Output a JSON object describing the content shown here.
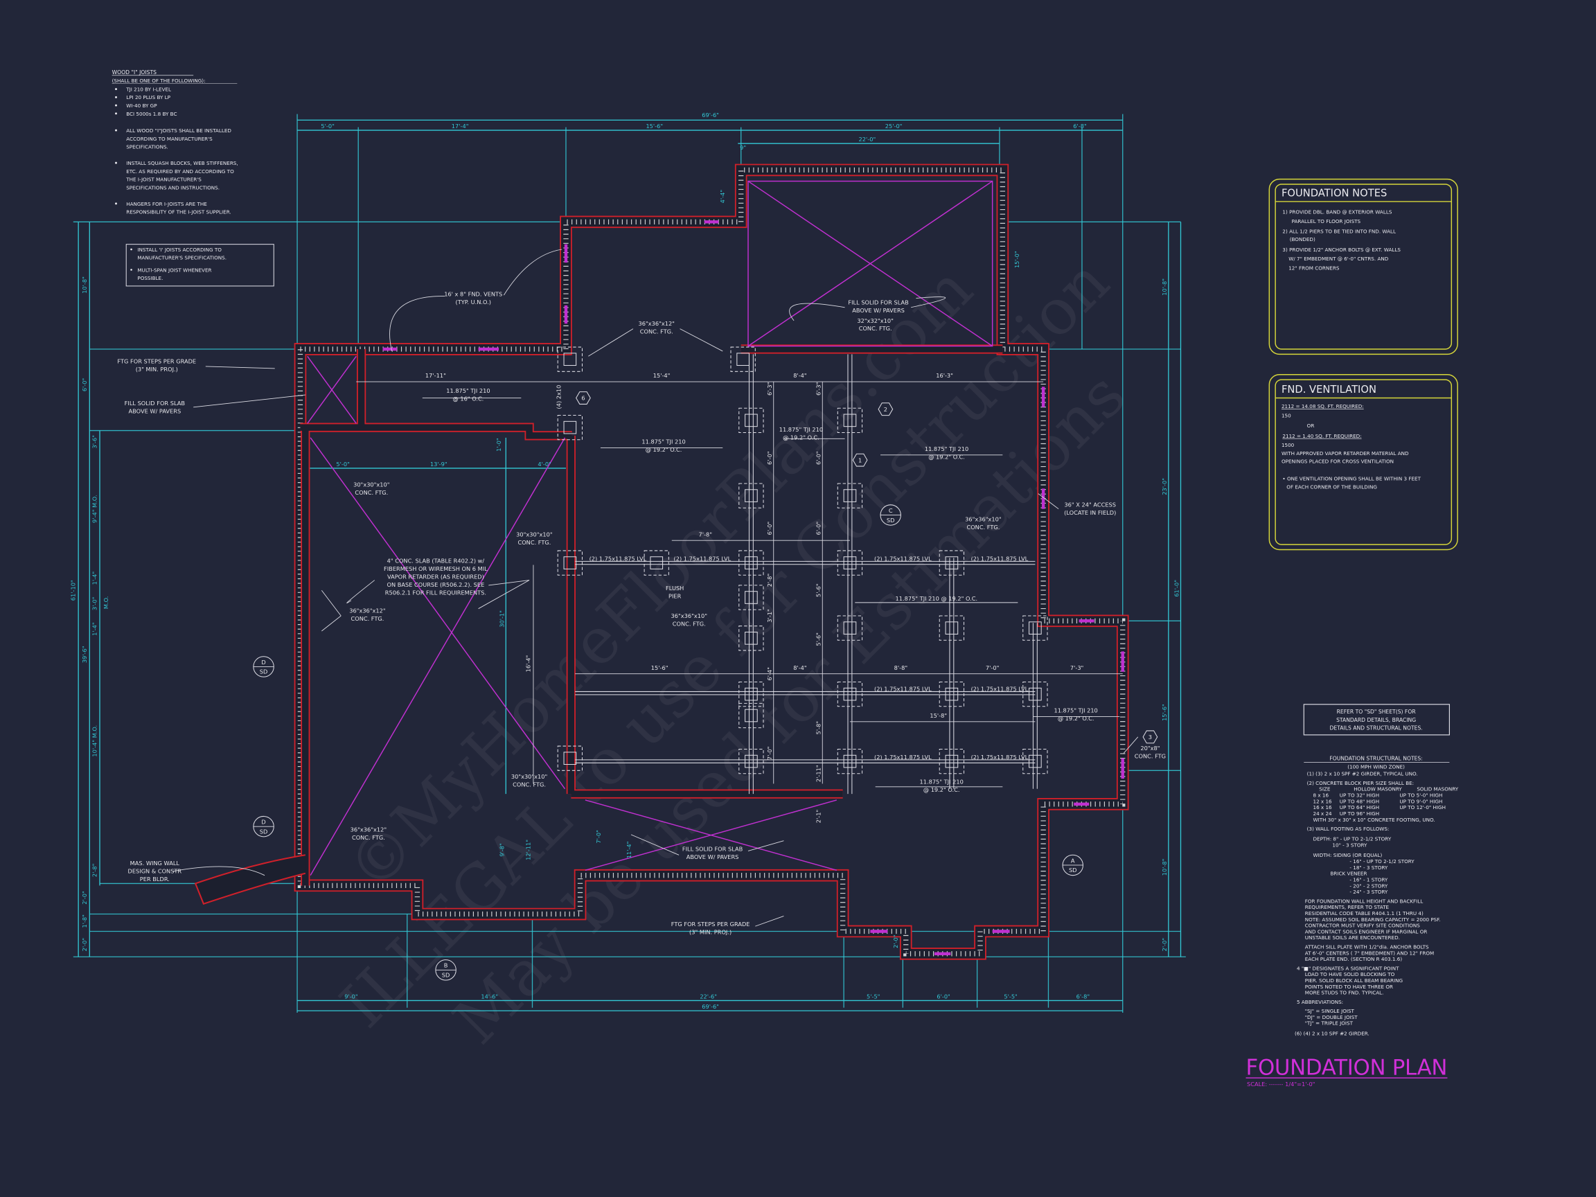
{
  "colors": {
    "background": "#222639",
    "wall": "#d0202a",
    "dimension": "#33c9d6",
    "slab_x": "#c030d0",
    "notes_frame": "#d6d63a",
    "title": "#d030d8"
  },
  "watermark": [
    "©MyHomeFloorPlans.com",
    "ILLEGAL to use for Construction",
    "May be used for Estimations"
  ],
  "joist_notes": {
    "title": "WOOD \"I\" JOISTS",
    "subtitle": "(SHALL BE ONE OF THE FOLLOWING):",
    "products": [
      "TJI 210 BY I-LEVEL",
      "LPI 20 PLUS BY LP",
      "WI-40 BY GP",
      "BCI 5000s 1.8 BY BC"
    ],
    "notes": [
      [
        "ALL WOOD \"I\"JOISTS SHALL BE INSTALLED",
        "ACCORDING TO MANUFACTURER'S",
        "SPECIFICATIONS."
      ],
      [
        "INSTALL SQUASH BLOCKS, WEB STIFFENERS,",
        "ETC. AS REQUIRED BY AND ACCORDING TO",
        "THE  I-JOIST MANUFACTURER'S",
        "SPECIFICATIONS AND INSTRUCTIONS."
      ],
      [
        "HANGERS FOR I-JOISTS ARE THE",
        "RESPONSIBILITY OF THE I-JOIST SUPPLIER."
      ]
    ],
    "box": [
      [
        "INSTALL 'I' JOISTS ACCORDING TO",
        "MANUFACTURER'S SPECIFICATIONS."
      ],
      [
        "MULTI-SPAN JOIST WHENEVER",
        "POSSIBLE."
      ]
    ]
  },
  "foundation_notes": {
    "title": "FOUNDATION NOTES",
    "lines": [
      "1) PROVIDE DBL. BAND @ EXTERIOR WALLS",
      "PARALLEL TO FLOOR JOISTS",
      "2) ALL 1/2 PIERS TO BE TIED INTO FND. WALL",
      "(BONDED)",
      "3) PROVIDE 1/2\" ANCHOR BOLTS @ EXT. WALLS",
      "W/ 7\" EMBEDMENT @ 6'-0\" CNTRS. AND",
      "12\" FROM CORNERS"
    ]
  },
  "ventilation": {
    "title": "FND. VENTILATION",
    "lines": [
      "2112 = 14.08 SQ. FT. REQUIRED:",
      "150",
      "OR",
      "2112 = 1.40 SQ. FT. REQUIRED:",
      "1500",
      "WITH APPROVED VAPOR RETARDER MATERIAL AND",
      "OPENINGS PLACED FOR CROSS VENTILATION",
      "• ONE VENTILATION OPENING SHALL BE WITHIN 3 FEET",
      "OF EACH CORNER OF THE BUILDING"
    ]
  },
  "refer_box": [
    "REFER TO \"SD\"  SHEET(S) FOR",
    "STANDARD DETAILS, BRACING",
    "DETAILS AND STRUCTURAL NOTES."
  ],
  "structural_notes": {
    "title": "FOUNDATION STRUCTURAL NOTES:",
    "subtitle": "(100 MPH WIND ZONE)",
    "lines": [
      "(1) (3) 2 x 10 SPF #2 GIRDER, TYPICAL UNO.",
      "(2) CONCRETE BLOCK PIER SIZE SHALL BE:",
      "SIZE",
      "HOLLOW MASONRY",
      "SOLID MASONRY",
      "8 x 16",
      "UP TO 32\" HIGH",
      "UP TO 5'-0\" HIGH",
      "12 x 16",
      "UP TO 48\" HIGH",
      "UP TO 9'-0\" HIGH",
      "16 x 16",
      "UP TO 64\" HIGH",
      "UP TO 12'-0\" HIGH",
      "24 x 24",
      "UP TO 96\" HIGH",
      "WITH 30\" x 30\" x 10\" CONCRETE FOOTING, UNO.",
      "(3) WALL FOOTING AS FOLLOWS:",
      "DEPTH:  8\" - UP TO 2-1/2 STORY",
      "10\" - 3 STORY",
      "WIDTH:  SIDING (OR EQUAL)",
      "- 16\" - UP TO 2-1/2 STORY",
      "- 18\" - 3 STORY",
      "BRICK VENEER",
      "- 16\" - 1 STORY",
      "- 20\" - 2 STORY",
      "- 24\" - 3 STORY",
      "FOR FOUNDATION WALL HEIGHT AND BACKFILL",
      "REQUIREMENTS, REFER TO STATE",
      "RESIDENTIAL CODE TABLE R404.1.1 (1 THRU 4)",
      "NOTE: ASSUMED SOIL BEARING CAPACITY = 2000 PSF.",
      "CONTRACTOR MUST VERIFY SITE CONDITIONS",
      "AND CONTACT SOILS ENGINEER IF MARGINAL OR",
      "UNSTABLE SOILS ARE ENCOUNTERED.",
      "ATTACH SILL PLATE WITH 1/2\"dia. ANCHOR BOLTS",
      "AT 6'-0\" CENTERS ( 7\" EMBEDMENT) AND 12\" FROM",
      "EACH PLATE END. (SECTION R 403.1.6)",
      "4  \"■\" DESIGNATES A SIGNIFICANT POINT",
      "LOAD TO HAVE SOLID BLOCKING TO",
      "PIER. SOLID BLOCK ALL BEAM BEARING",
      "POINTS NOTED TO HAVE THREE OR",
      "MORE STUDS TO FND. TYPICAL.",
      "5  ABBREVIATIONS:",
      "\"SJ\" = SINGLE JOIST",
      "\"DJ\" = DOUBLE JOIST",
      "\"TJ\" = TRIPLE JOIST",
      "(6) (4) 2 x 10 SPF #2 GIRDER."
    ]
  },
  "title_block": {
    "title": "FOUNDATION PLAN",
    "scale": "SCALE: ------- 1/4\"=1'-0\""
  },
  "plan": {
    "dims_top": {
      "overall": "69'-6\"",
      "segments": [
        "5'-0\"",
        "17'-4\"",
        "15'-6\"",
        "25'-0\"",
        "6'-8\""
      ],
      "sub": "22'-0\""
    },
    "dims_bottom": {
      "overall": "69'-6\"",
      "segments": [
        "9'-0\"",
        "14'-6\"",
        "22'-6\"",
        "5'-5\"",
        "6'-0\"",
        "5'-5\"",
        "6'-8\""
      ]
    },
    "dims_left": {
      "overall": "61'-10\"",
      "sub": "39'-6\"",
      "segments": [
        "10'-8\"",
        "6'-0\"",
        "3'-6\"",
        "9'-4\" M.O.",
        "1'-4\"",
        "3'-0\"",
        "1'-4\"",
        "M.O.",
        "10'-4\" M.O.",
        "2'-8\"",
        "2'-0\"",
        "1'-8\"",
        "2'-0\""
      ]
    },
    "dims_right": {
      "overall": "61'-0\"",
      "segments": [
        "10'-8\"",
        "23'-0\"",
        "15'-6\"",
        "10'-8\"",
        "2'-0\""
      ]
    },
    "dims_interior_cyan": [
      "5'-0\"",
      "13'-9\"",
      "4'-0\"",
      "30'-1\"",
      "7'-0\"",
      "11'-4\"",
      "1'-0\"",
      "15'-0\"",
      "4'-4\"",
      "9\"",
      "2'-0\"",
      "12'-11\"",
      "9'-8\""
    ],
    "dims_interior": [
      "17'-11\"",
      "15'-4\"",
      "8'-4\"",
      "16'-3\"",
      "7'-8\"",
      "15'-6\"",
      "8'-4\"",
      "8'-8\"",
      "7'-0\"",
      "7'-3\"",
      "15'-8\"",
      "16'-4\"",
      "2'-1\""
    ],
    "dims_beam_a": [
      "6'-3\"",
      "6'-0\"",
      "6'-0\"",
      "2'-8\"",
      "3'-1\"",
      "6'-4\"",
      "7'-0\""
    ],
    "dims_beam_b": [
      "6'-3\"",
      "6'-0\"",
      "6'-0\"",
      "5'-6\"",
      "5'-6\"",
      "5'-8\"",
      "2'-11\""
    ],
    "lvl_label": "(2) 1.75x11.875 LVL",
    "girder_label": "(4) 2x10",
    "callouts": [
      [
        "16' x 8\" FND. VENTS",
        "(TYP. U.N.O.)"
      ],
      [
        "36\"x36\"x12\"",
        "CONC. FTG."
      ],
      [
        "FILL SOLID FOR SLAB",
        "ABOVE W/ PAVERS"
      ],
      [
        "32\"x32\"x10\"",
        "CONC. FTG."
      ],
      [
        "FTG FOR STEPS PER GRADE",
        "(3\" MIN. PROJ.)"
      ],
      [
        "FILL SOLID FOR SLAB",
        "ABOVE W/ PAVERS"
      ],
      [
        "11.875\" TJI 210",
        "@ 16\" O.C."
      ],
      [
        "11.875\" TJI 210",
        "@ 19.2\" O.C."
      ],
      [
        "11.875\" TJI 210",
        "@ 19.2\" O.C."
      ],
      [
        "11.875\" TJI 210",
        "@ 19.2\" O.C."
      ],
      [
        "30\"x30\"x10\"",
        "CONC. FTG."
      ],
      [
        "36\" X 24\" ACCESS",
        "(LOCATE IN FIELD)"
      ],
      [
        "36\"x36\"x10\"",
        "CONC. FTG."
      ],
      [
        "30\"x30\"x10\"",
        "CONC. FTG."
      ],
      [
        "4\" CONC. SLAB (TABLE R402.2) w/",
        "FIBERMESH OR WIREMESH ON 6 MIL",
        "VAPOR RETARDER (AS REQUIRED)",
        "ON BASE COURSE (R506.2.2). SEE",
        "R506.2.1 FOR FILL REQUIREMENTS."
      ],
      [
        "FLUSH",
        "PIER"
      ],
      [
        "36\"x36\"x12\"",
        "CONC. FTG."
      ],
      [
        "36\"x36\"x10\"",
        "CONC. FTG."
      ],
      [
        "11.875\" TJI 210   @ 19.2\" O.C."
      ],
      [
        "11.875\" TJI 210",
        "@ 19.2\" O.C."
      ],
      [
        "20\"x8\"",
        "CONC. FTG"
      ],
      [
        "30\"x30\"x10\"",
        "CONC. FTG."
      ],
      [
        "11.875\" TJI 210",
        "@ 19.2\" O.C."
      ],
      [
        "36\"x36\"x12\"",
        "CONC. FTG."
      ],
      [
        "MAS. WING WALL",
        "DESIGN & CONSTR",
        "PER BLDR."
      ],
      [
        "FILL SOLID FOR SLAB",
        "ABOVE W/ PAVERS"
      ],
      [
        "FTG FOR STEPS PER GRADE",
        "(3\" MIN. PROJ.)"
      ]
    ],
    "hex_tags": [
      "6",
      "2",
      "1",
      "3"
    ],
    "section_tags": [
      [
        "C",
        "SD"
      ],
      [
        "D",
        "SD"
      ],
      [
        "D",
        "SD"
      ],
      [
        "A",
        "SD"
      ],
      [
        "B",
        "SD"
      ]
    ]
  }
}
